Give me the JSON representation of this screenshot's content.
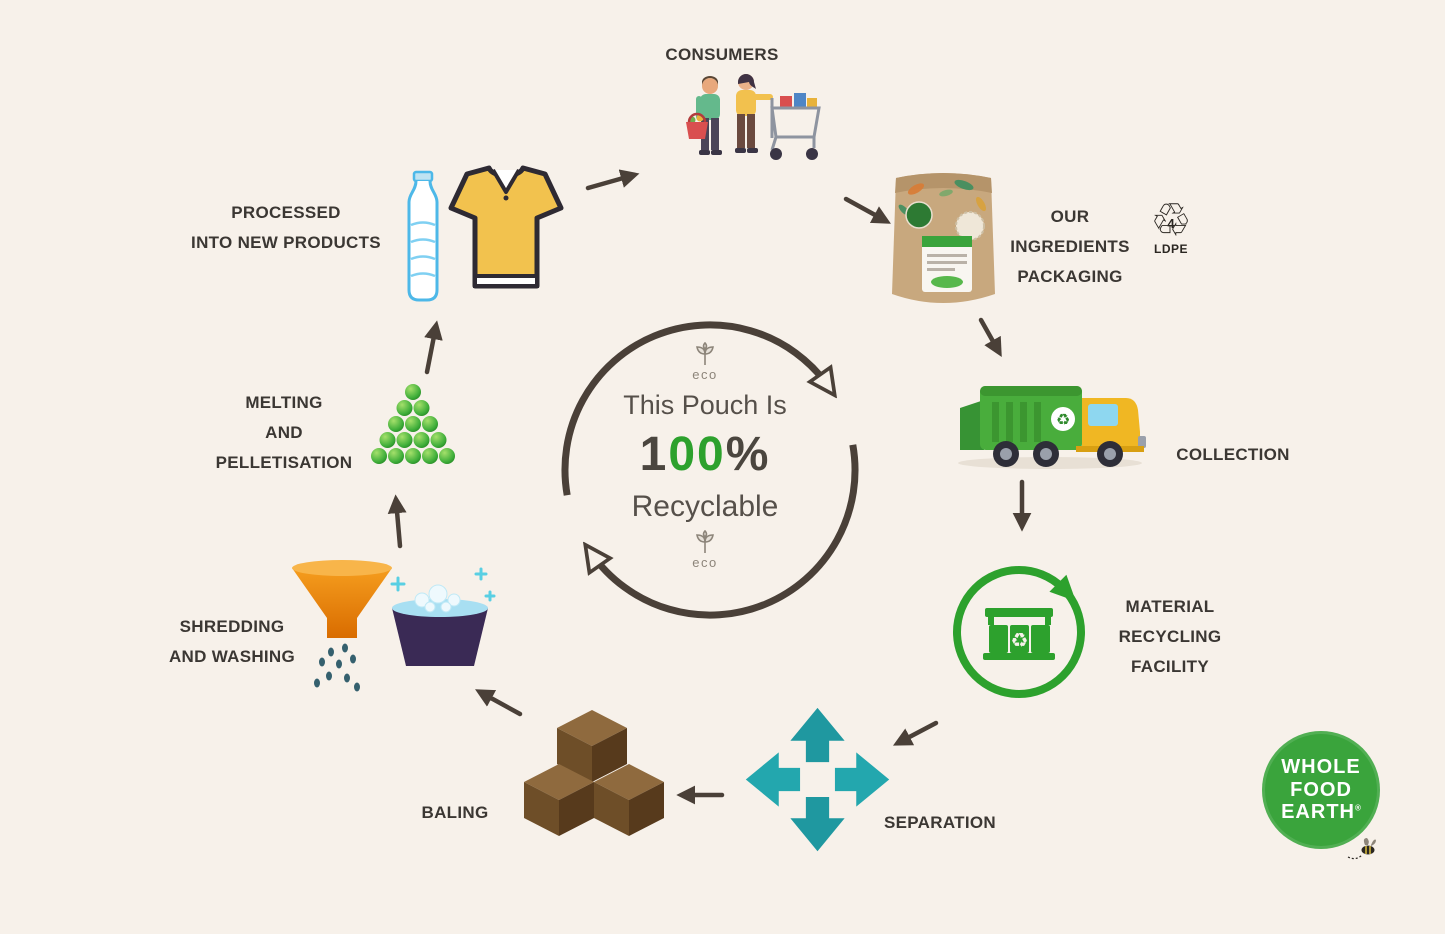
{
  "palette": {
    "background": "#f7f1ea",
    "label_text": "#3b3733",
    "arrow": "#4a4038",
    "green": "#2da12d",
    "teal": "#1f98a0",
    "cube_brown": "#6e4e28",
    "funnel_orange": "#ef8a00",
    "shirt_yellow": "#f2c24e",
    "basin_purple": "#3a2a55",
    "kraft": "#c8a87e",
    "logo_green": "#3aa43c"
  },
  "icons": {
    "recycle_glyph": "♻",
    "resin_triangle_glyph": "♲"
  },
  "center": {
    "eco_top": "eco",
    "eco_bottom": "eco",
    "line1": "This Pouch Is",
    "percent_prefix": "1",
    "percent_green": "00",
    "percent_suffix": "%",
    "line2": "Recyclable"
  },
  "steps": {
    "consumers": {
      "label": "CONSUMERS"
    },
    "packaging": {
      "line1": "OUR INGREDIENTS",
      "line2": "PACKAGING",
      "resin_number": "4",
      "resin_code": "LDPE"
    },
    "collection": {
      "label": "COLLECTION"
    },
    "mrf": {
      "line1": "MATERIAL",
      "line2": "RECYCLING",
      "line3": "FACILITY"
    },
    "separation": {
      "label": "SEPARATION"
    },
    "baling": {
      "label": "BALING"
    },
    "shredding": {
      "line1": "SHREDDING",
      "line2": "AND WASHING"
    },
    "melting": {
      "line1": "MELTING",
      "line2": "AND",
      "line3": "PELLETISATION"
    },
    "processed": {
      "line1": "PROCESSED",
      "line2": "INTO NEW PRODUCTS"
    }
  },
  "logo": {
    "line1": "WHOLE",
    "line2": "FOOD",
    "line3": "EARTH",
    "registered": "®"
  }
}
